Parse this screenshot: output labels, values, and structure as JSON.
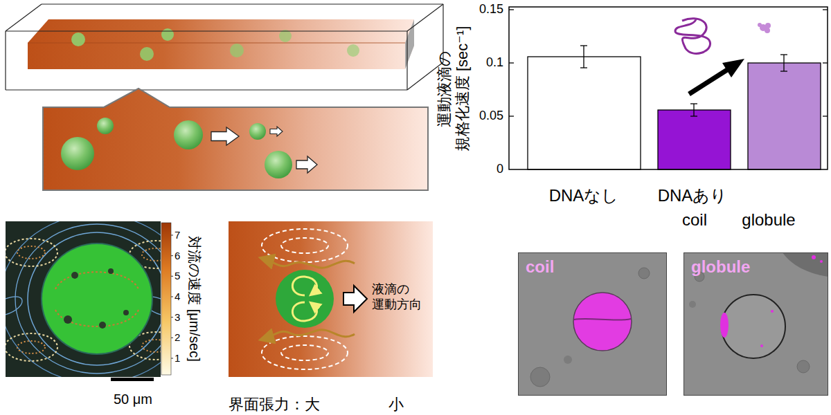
{
  "diagram": {
    "nodes": [
      {
        "text": [
          "coil"
        ]
      },
      {
        "text": [
          "globule"
        ]
      }
    ],
    "labels": [
      "0.15",
      "0.1",
      "0.05",
      "0",
      "運動液滴の 規格化速度 [sec⁻¹]",
      "DNAなし",
      "DNAあり",
      "coil",
      "globule",
      "対流の速度 [μm/sec]",
      "7",
      "6",
      "5",
      "4",
      "3",
      "2",
      "1",
      "50 μm",
      "液滴の 運動方向",
      "界面張力：大",
      "小"
    ]
  }
}
